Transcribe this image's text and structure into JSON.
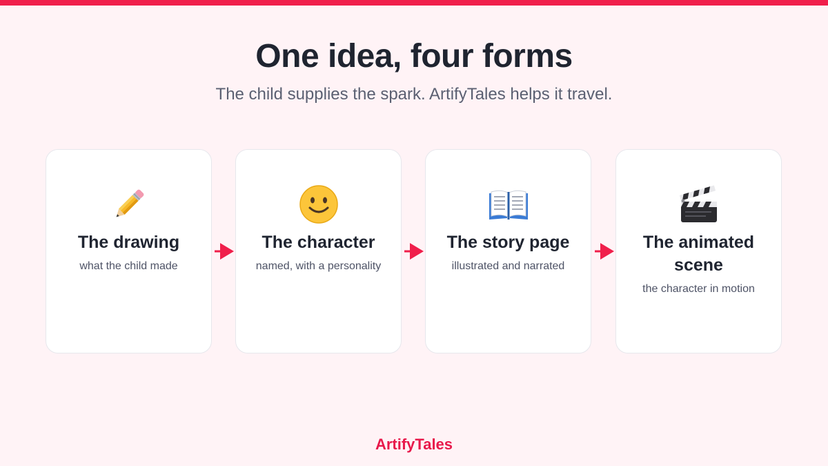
{
  "colors": {
    "accent": "#f01f4b",
    "background": "#fff3f6",
    "card_background": "#ffffff",
    "card_border": "#e6e7ec",
    "title_text": "#1f2430",
    "body_text": "#5b6072"
  },
  "header": {
    "title": "One idea, four forms",
    "subtitle": "The child supplies the spark. ArtifyTales helps it travel."
  },
  "steps": [
    {
      "icon": "pencil-icon",
      "title": "The drawing",
      "description": "what the child made"
    },
    {
      "icon": "smiley-face-icon",
      "title": "The character",
      "description": "named, with a personality"
    },
    {
      "icon": "open-book-icon",
      "title": "The story page",
      "description": "illustrated and narrated"
    },
    {
      "icon": "clapper-board-icon",
      "title": "The animated scene",
      "description": "the character in motion"
    }
  ],
  "footer": {
    "brand": "ArtifyTales"
  }
}
